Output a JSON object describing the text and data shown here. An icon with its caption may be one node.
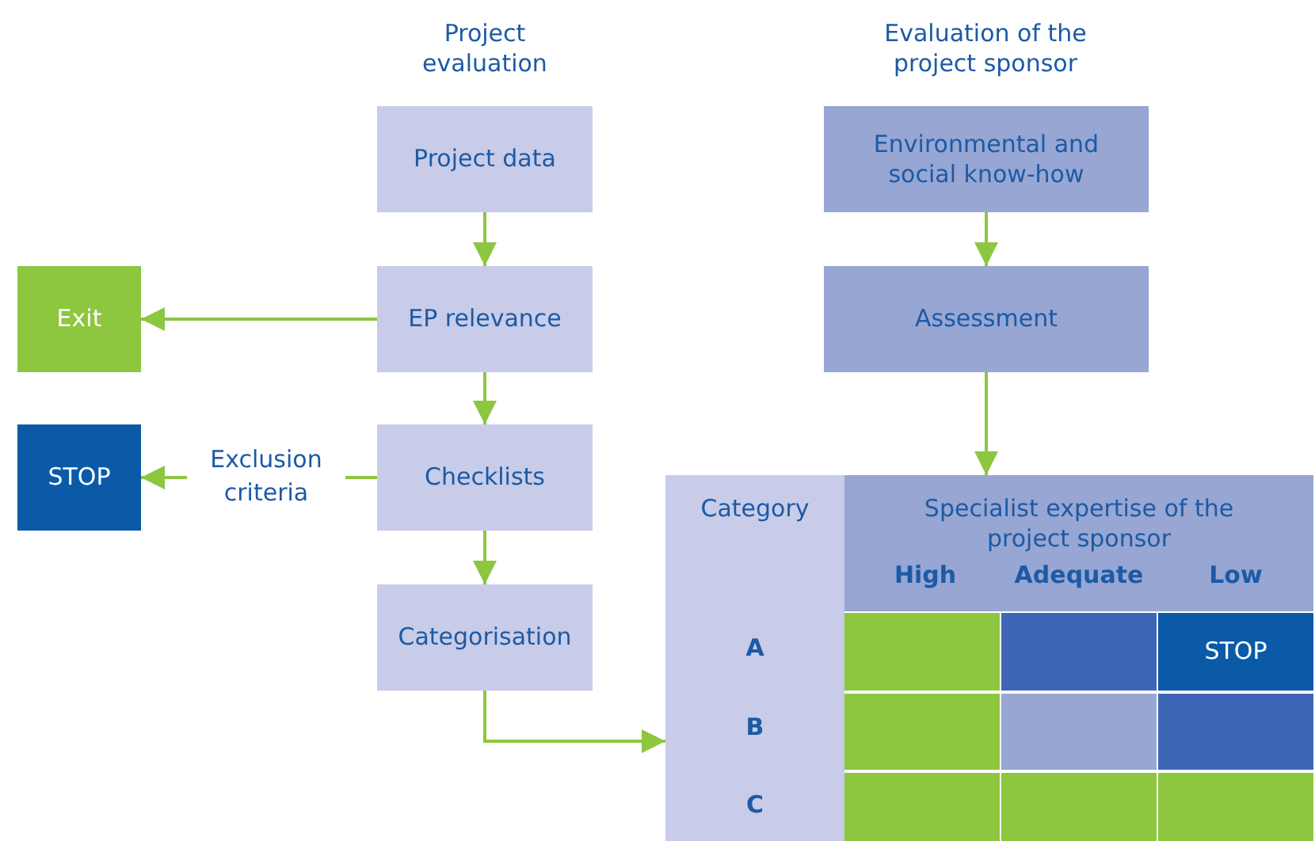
{
  "diagram": {
    "nodes": [
      {
        "text": [
          "Project data"
        ]
      },
      {
        "text": [
          "EP relevance"
        ]
      },
      {
        "text": [
          "Exit"
        ]
      },
      {
        "text": [
          "Checklists"
        ]
      },
      {
        "text": [
          "STOP"
        ]
      },
      {
        "text": [
          "Categorisation"
        ]
      },
      {
        "text": [
          "Environmental and social know-how"
        ]
      },
      {
        "text": [
          "Assessment"
        ]
      },
      {
        "text": [
          "Category",
          "A",
          "B",
          "C"
        ]
      },
      {
        "text": [
          "Specialist expertise of the project sponsor",
          "High",
          "Adequate",
          "Low"
        ]
      },
      {
        "text": [
          "STOP"
        ]
      }
    ],
    "edges": [
      {
        "from": 0,
        "to": 1,
        "arrow": "to"
      },
      {
        "from": 1,
        "to": 2,
        "arrow": "to"
      },
      {
        "from": 1,
        "to": 3,
        "arrow": "to"
      },
      {
        "from": 3,
        "to": 4,
        "arrow": "to",
        "label": "Exclusion criteria"
      },
      {
        "from": 3,
        "to": 5,
        "arrow": "to"
      },
      {
        "from": 5,
        "to": 8,
        "arrow": "to"
      },
      {
        "from": 6,
        "to": 7,
        "arrow": "to"
      },
      {
        "from": 7,
        "to": 9,
        "arrow": "to"
      }
    ],
    "labels": [
      "Project evaluation",
      "Evaluation of the project sponsor"
    ]
  }
}
